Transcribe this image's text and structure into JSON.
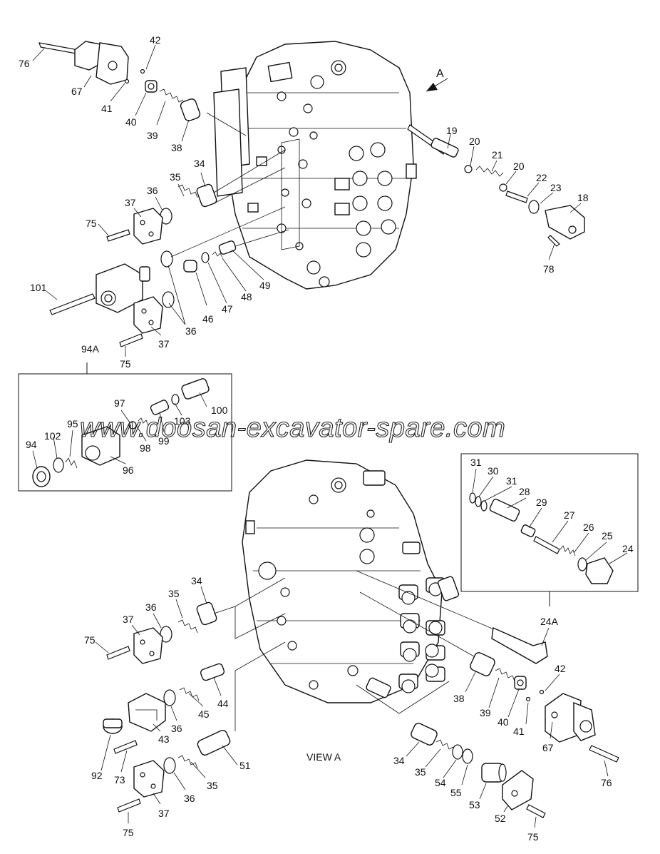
{
  "view_label": "VIEW  A",
  "arrow_label": "A",
  "watermark": "www.doosan-excavator-spare.com",
  "callouts": {
    "c76a": "76",
    "c42a": "42",
    "c67a": "67",
    "c41a": "41",
    "c40a": "40",
    "c39a": "39",
    "c38a": "38",
    "c34a": "34",
    "c35a": "35",
    "c36a": "36",
    "c37a": "37",
    "c75a": "75",
    "c19": "19",
    "c20a": "20",
    "c21": "21",
    "c20b": "20",
    "c22": "22",
    "c23": "23",
    "c18": "18",
    "c78": "78",
    "c101": "101",
    "c46": "46",
    "c47": "47",
    "c48": "48",
    "c49": "49",
    "c36b": "36",
    "c37b": "37",
    "c75b": "75",
    "c94A": "94A",
    "c97": "97",
    "c103": "103",
    "c100": "100",
    "c95": "95",
    "c102": "102",
    "c94": "94",
    "c98": "98",
    "c99": "99",
    "c96": "96",
    "c31a": "31",
    "c30": "30",
    "c31b": "31",
    "c28": "28",
    "c29": "29",
    "c27": "27",
    "c26": "26",
    "c25": "25",
    "c24": "24",
    "c24A": "24A",
    "c34b": "34",
    "c35b": "35",
    "c36c": "36",
    "c37c": "37",
    "c75c": "75",
    "c44": "44",
    "c45": "45",
    "c36d": "36",
    "c43": "43",
    "c92": "92",
    "c73": "73",
    "c51": "51",
    "c35c": "35",
    "c36e": "36",
    "c37d": "37",
    "c75d": "75",
    "c38b": "38",
    "c39b": "39",
    "c40b": "40",
    "c41b": "41",
    "c42b": "42",
    "c67b": "67",
    "c76b": "76",
    "c34c": "34",
    "c35d": "35",
    "c54": "54",
    "c55": "55",
    "c53": "53",
    "c52": "52",
    "c75e": "75"
  }
}
